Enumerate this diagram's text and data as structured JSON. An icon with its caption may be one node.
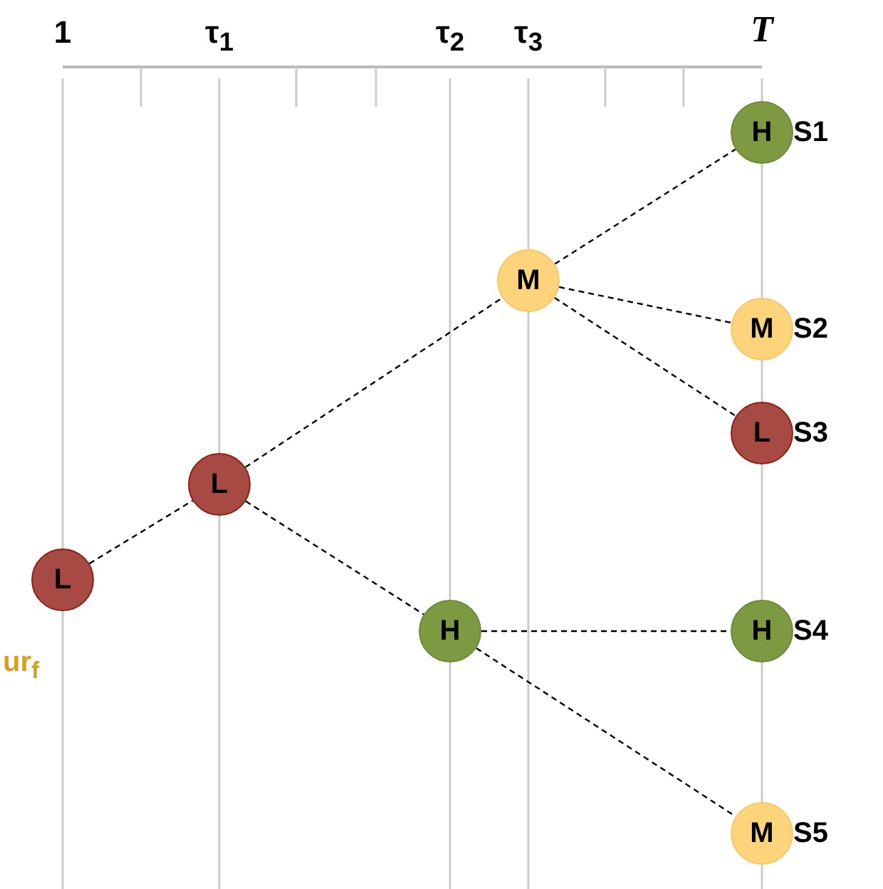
{
  "diagram": {
    "nodes": [
      {
        "text": [
          "L"
        ],
        "beside": [
          "ur$_{f}$"
        ]
      },
      {
        "text": [
          "L"
        ]
      },
      {
        "text": [
          "M"
        ]
      },
      {
        "text": [
          "H"
        ]
      },
      {
        "text": [
          "H"
        ],
        "beside": [
          "S1"
        ]
      },
      {
        "text": [
          "M"
        ],
        "beside": [
          "S2"
        ]
      },
      {
        "text": [
          "L"
        ],
        "beside": [
          "S3"
        ]
      },
      {
        "text": [
          "H"
        ],
        "beside": [
          "S4"
        ]
      },
      {
        "text": [
          "M"
        ],
        "beside": [
          "S5"
        ]
      }
    ],
    "edges": [
      {
        "from": 0,
        "to": 1,
        "arrow": "none"
      },
      {
        "from": 1,
        "to": 2,
        "arrow": "none"
      },
      {
        "from": 1,
        "to": 3,
        "arrow": "none"
      },
      {
        "from": 2,
        "to": 4,
        "arrow": "none"
      },
      {
        "from": 2,
        "to": 5,
        "arrow": "none"
      },
      {
        "from": 2,
        "to": 6,
        "arrow": "none"
      },
      {
        "from": 3,
        "to": 7,
        "arrow": "none"
      },
      {
        "from": 3,
        "to": 8,
        "arrow": "none"
      }
    ],
    "labels": [
      "1",
      "τ$_{1}$",
      "τ$_{2}$",
      "τ$_{3}$",
      "T"
    ]
  }
}
